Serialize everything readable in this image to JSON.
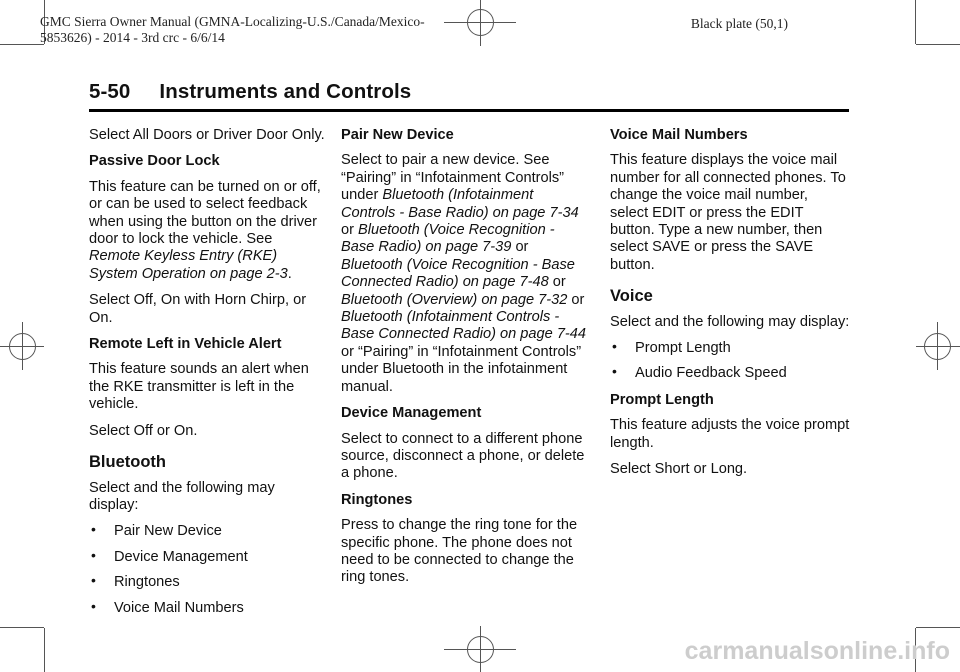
{
  "header": {
    "meta_line1": "GMC Sierra Owner Manual (GMNA-Localizing-U.S./Canada/Mexico-",
    "meta_line2": "5853626) - 2014 - 3rd crc - 6/6/14",
    "plate": "Black plate (50,1)"
  },
  "page_title": "5-50     Instruments and Controls",
  "col1": {
    "p1": "Select All Doors or Driver Door Only.",
    "h_passive": "Passive Door Lock",
    "p2a": "This feature can be turned on or off, or can be used to select feedback when using the button on the driver door to lock the vehicle. See ",
    "p2_link": "Remote Keyless Entry (RKE) System Operation on page 2-3",
    "p2b": ".",
    "p3": "Select Off, On with Horn Chirp, or On.",
    "h_remote": "Remote Left in Vehicle Alert",
    "p4": "This feature sounds an alert when the RKE transmitter is left in the vehicle.",
    "p5": "Select Off or On.",
    "section_bt": "Bluetooth",
    "p6": "Select and the following may display:",
    "items": [
      "Pair New Device",
      "Device Management",
      "Ringtones",
      "Voice Mail Numbers"
    ]
  },
  "col2": {
    "h_pair": "Pair New Device",
    "p1a": "Select to pair a new device. See “Pairing” in “Infotainment Controls” under ",
    "link1": "Bluetooth (Infotainment Controls - Base Radio) on page 7-34",
    "or1": " or ",
    "link2": "Bluetooth (Voice Recognition - Base Radio) on page 7-39",
    "or2": " or ",
    "link3": "Bluetooth (Voice Recognition - Base Connected Radio) on page 7-48",
    "or3": " or ",
    "link4": "Bluetooth (Overview) on page 7-32",
    "or4": " or ",
    "link5": "Bluetooth (Infotainment Controls - Base Connected Radio) on page 7-44",
    "p1b": " or “Pairing” in “Infotainment Controls” under Bluetooth in the infotainment manual.",
    "h_device": "Device Management",
    "p2": "Select to connect to a different phone source, disconnect a phone, or delete a phone.",
    "h_ring": "Ringtones",
    "p3": "Press to change the ring tone for the specific phone. The phone does not need to be connected to change the ring tones."
  },
  "col3": {
    "h_vm": "Voice Mail Numbers",
    "p1": "This feature displays the voice mail number for all connected phones. To change the voice mail number, select EDIT or press the EDIT button. Type a new number, then select SAVE or press the SAVE button.",
    "section_voice": "Voice",
    "p2": "Select and the following may display:",
    "items": [
      "Prompt Length",
      "Audio Feedback Speed"
    ],
    "h_prompt": "Prompt Length",
    "p3": "This feature adjusts the voice prompt length.",
    "p4": "Select Short or Long."
  },
  "watermark": "carmanualsonline.info"
}
